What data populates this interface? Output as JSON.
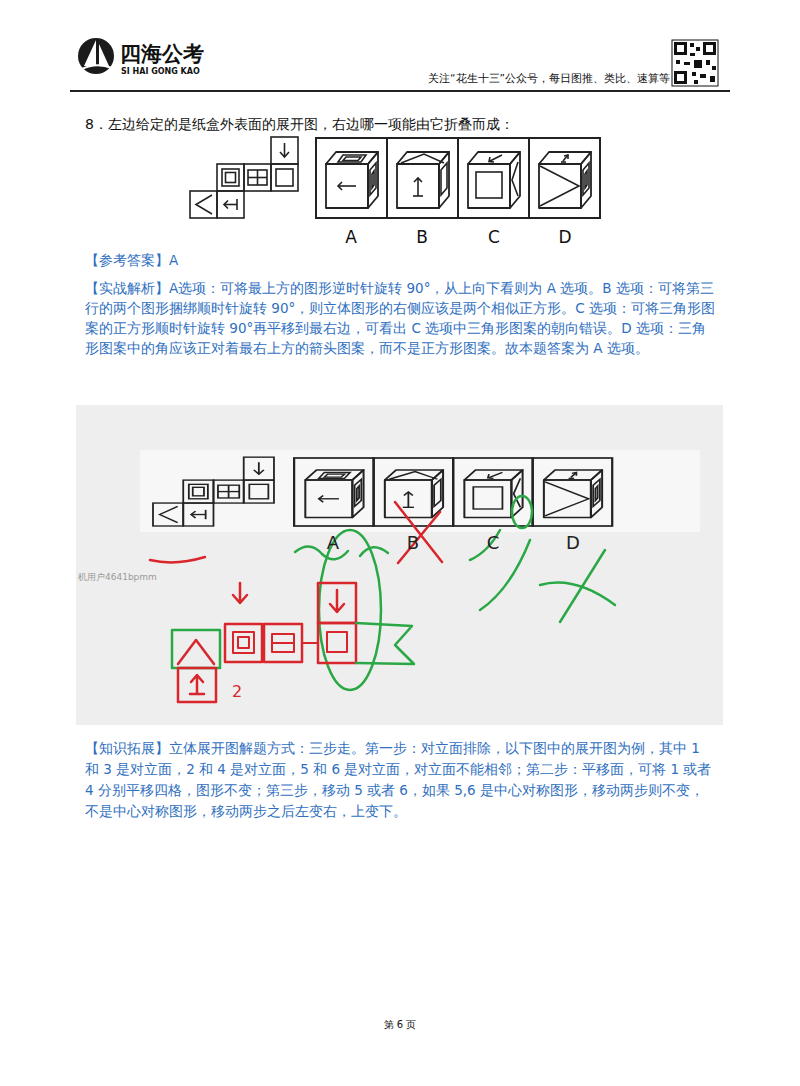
{
  "diagram": {
    "labels": [
      "四海公考",
      "SI HAI GONG KAO",
      "关注“花生十三”公众号，每日图推、类比、速算等",
      "8．左边给定的是纸盒外表面的展开图，右边哪一项能由它折叠而成：",
      "A",
      "B",
      "C",
      "D",
      "【参考答案】A",
      "【实战解析】A选项：可将最上方的图形逆时针旋转 90°，从上向下看则为 A 选项。B 选项：可将第三行的两个图形捆绑顺时针旋转 90°，则立体图形的右侧应该是两个相似正方形。C 选项：可将三角形图案的正方形顺时针旋转 90°再平移到最右边，可看出 C 选项中三角形图案的朝向错误。D 选项：三角形图案中的角应该正对着最右上方的箭头图案，而不是正方形图案。故本题答案为 A 选项。",
      "A",
      "B",
      "C",
      "D",
      "2",
      "机用户4641bpmm",
      "【知识拓展】立体展开图解题方式：三步走。第一步：对立面排除，以下图中的展开图为例，其中 1 和 3 是对立面，2 和 4 是对立面，5 和 6 是对立面，对立面不能相邻；第二步：平移面，可将 1 或者 4 分别平移四格，图形不变；第三步，移动 5 或者 6，如果 5,6 是中心对称图形，移动两步则不变，不是中心对称图形，移动两步之后左变右，上变下。",
      "第 6 页"
    ]
  }
}
